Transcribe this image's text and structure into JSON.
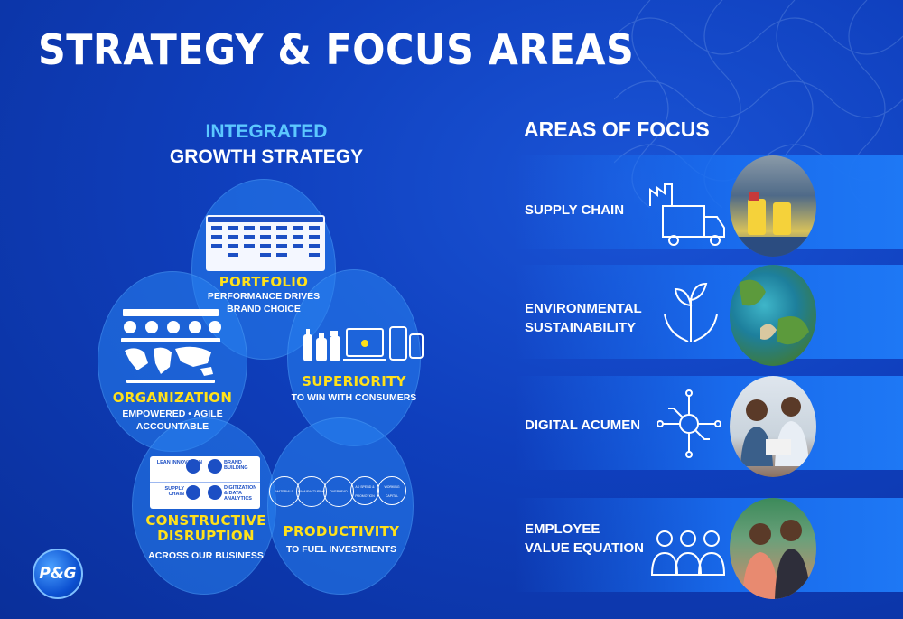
{
  "title": "STRATEGY & FOCUS AREAS",
  "integrated": {
    "line1": "INTEGRATED",
    "line2": "GROWTH STRATEGY"
  },
  "circles": {
    "portfolio": {
      "head": "PORTFOLIO",
      "sub1": "PERFORMANCE DRIVES",
      "sub2": "BRAND CHOICE"
    },
    "superiority": {
      "head": "SUPERIORITY",
      "sub1": "TO WIN WITH CONSUMERS"
    },
    "organization": {
      "head": "ORGANIZATION",
      "sub1": "EMPOWERED • AGILE",
      "sub2": "ACCOUNTABLE"
    },
    "disruption": {
      "head1": "CONSTRUCTIVE",
      "head2": "DISRUPTION",
      "sub1": "ACROSS OUR BUSINESS",
      "panel": {
        "lean": "LEAN INNOVATION",
        "brand": "BRAND BUILDING",
        "supply": "SUPPLY CHAIN",
        "digital": "DIGITIZATION & DATA ANALYTICS"
      }
    },
    "productivity": {
      "head": "PRODUCTIVITY",
      "sub1": "TO FUEL INVESTMENTS",
      "pills": [
        "MATERIALS",
        "MANUFACTURING",
        "OVERHEAD",
        "AD SPEND & PROMOTION",
        "WORKING CAPITAL"
      ]
    }
  },
  "focus": {
    "heading": "AREAS OF FOCUS",
    "items": [
      {
        "line1": "SUPPLY CHAIN",
        "line2": "",
        "icon": "truck-factory-icon"
      },
      {
        "line1": "ENVIRONMENTAL",
        "line2": "SUSTAINABILITY",
        "icon": "plant-hands-icon"
      },
      {
        "line1": "DIGITAL ACUMEN",
        "line2": "",
        "icon": "circuit-icon"
      },
      {
        "line1": "EMPLOYEE",
        "line2": "VALUE EQUATION",
        "icon": "people-icon"
      }
    ]
  },
  "logo": "P&G",
  "colors": {
    "accent_yellow": "#ffe11a",
    "accent_cyan": "#5cc8ff",
    "background": "#0f3fbd"
  }
}
